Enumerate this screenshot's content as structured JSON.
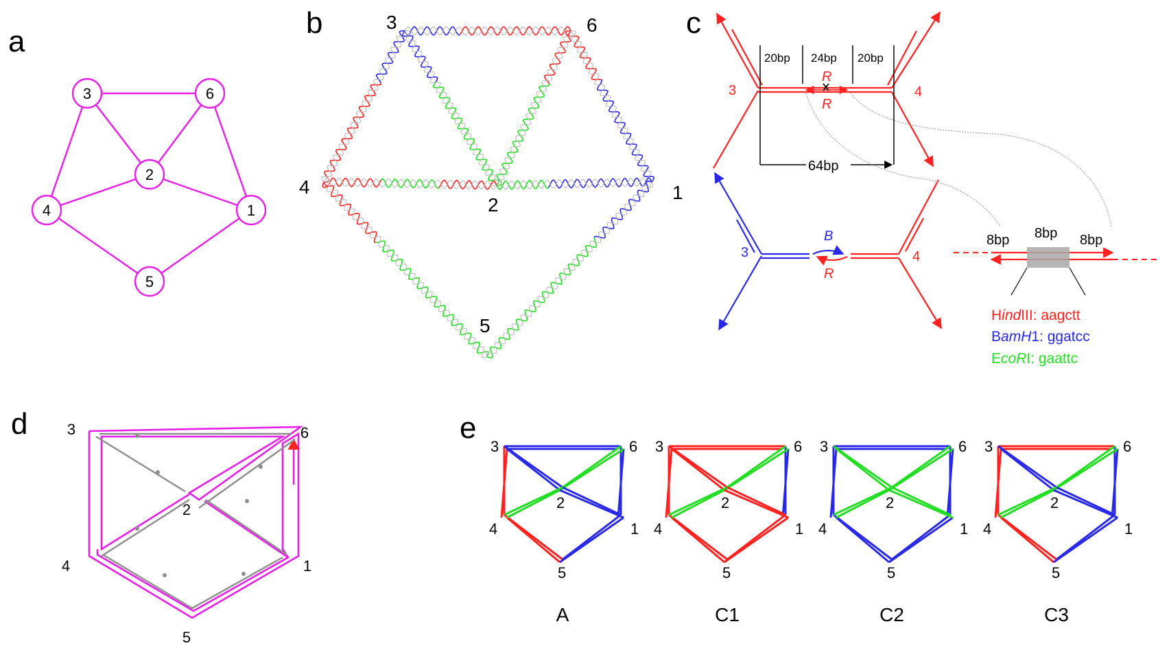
{
  "colors": {
    "magenta": "#e61ee6",
    "red": "#ff2020",
    "blue": "#2828e6",
    "green": "#22dd22",
    "gray": "#8c8c8c",
    "box": "#a8a8a8",
    "black": "#000000"
  },
  "panel_labels": {
    "a": "a",
    "b": "b",
    "c": "c",
    "d": "d",
    "e": "e"
  },
  "graph": {
    "nodes": [
      "1",
      "2",
      "3",
      "4",
      "5",
      "6"
    ],
    "edges": [
      [
        "3",
        "6"
      ],
      [
        "3",
        "2"
      ],
      [
        "6",
        "2"
      ],
      [
        "3",
        "4"
      ],
      [
        "6",
        "1"
      ],
      [
        "2",
        "4"
      ],
      [
        "2",
        "1"
      ],
      [
        "4",
        "5"
      ],
      [
        "1",
        "5"
      ]
    ]
  },
  "panel_b": {
    "vertex_labels": {
      "v1": "1",
      "v2": "2",
      "v3": "3",
      "v4": "4",
      "v5": "5",
      "v6": "6"
    }
  },
  "panel_c": {
    "segments": {
      "left": "20bp",
      "middle": "24bp",
      "right": "20bp"
    },
    "total": "64bp",
    "vertex_left": "3",
    "vertex_right": "4",
    "red_label": "R",
    "blue_label": "B",
    "flank": {
      "left": "8bp",
      "middle": "8bp",
      "right": "8bp"
    },
    "enzymes": [
      {
        "prefix": "H",
        "italic": "ind",
        "suffix": "III: aagctt",
        "color": "red"
      },
      {
        "prefix": "B",
        "italic": "amH",
        "suffix": "1: ggatcc",
        "color": "blue"
      },
      {
        "prefix": "E",
        "italic": "coR",
        "suffix": "I: gaattc",
        "color": "green"
      }
    ]
  },
  "panel_e": {
    "variants": [
      {
        "name": "A"
      },
      {
        "name": "C1"
      },
      {
        "name": "C2"
      },
      {
        "name": "C3"
      }
    ]
  }
}
